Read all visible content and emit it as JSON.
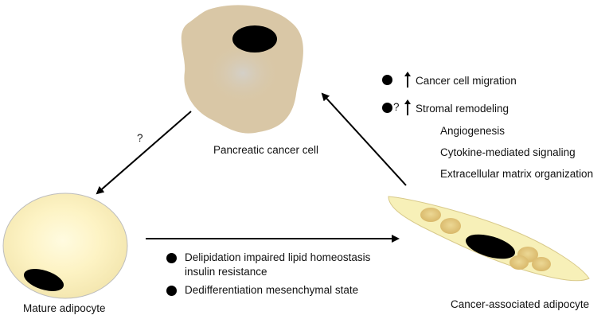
{
  "cells": {
    "pancreatic": "Pancreatic cancer cell",
    "mature": "Mature adipocyte",
    "caa": "Cancer-associated adipocyte"
  },
  "question_mark": "?",
  "caa_effects": {
    "migration": "Cancer cell migration",
    "stromal": "Stromal remodeling",
    "stromal_question": "?",
    "sub_items": [
      "Angiogenesis",
      "Cytokine-mediated signaling",
      "Extracellular matrix organization"
    ]
  },
  "transition_effects": [
    {
      "line1": "Delipidation impaired lipid homeostasis",
      "line2": "insulin resistance"
    },
    {
      "line1": "Dedifferentiation mesenchymal state"
    }
  ],
  "colors": {
    "pancreatic_fill": "#d9c7a6",
    "pancreatic_inner": "#cfcfcf",
    "adipocyte_fill": "#fbf3c8",
    "adipocyte_core": "#fff8d0",
    "caa_fill": "#f7f0b8",
    "lipid_droplet": "#e3c77a",
    "nucleus": "#000000"
  }
}
